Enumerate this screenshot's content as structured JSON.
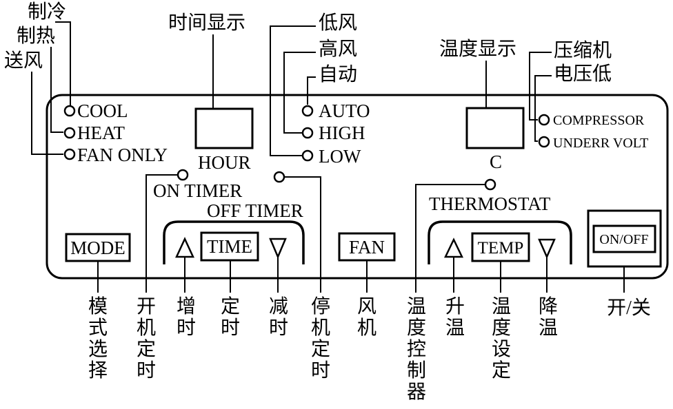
{
  "panel": {
    "indicators": {
      "cool": "COOL",
      "heat": "HEAT",
      "fan_only": "FAN ONLY",
      "auto": "AUTO",
      "high": "HIGH",
      "low": "LOW",
      "compressor": "COMPRESSOR",
      "under_volt": "UNDERR VOLT",
      "on_timer": "ON TIMER",
      "off_timer": "OFF TIMER",
      "thermostat": "THERMOSTAT"
    },
    "displays": {
      "hour_unit": "HOUR",
      "temp_unit": "C"
    },
    "buttons": {
      "mode": "MODE",
      "time": "TIME",
      "fan": "FAN",
      "temp": "TEMP",
      "on_off": "ON/OFF"
    }
  },
  "callouts_top": {
    "cool": "制冷",
    "heat": "制热",
    "fan_only": "送风",
    "time_display": "时间显示",
    "low": "低风",
    "high": "高风",
    "auto": "自动",
    "temp_display": "温度显示",
    "compressor": "压缩机",
    "under_volt": "电压低"
  },
  "callouts_bottom": {
    "mode_select": "模式选择",
    "on_timer": "开机定时",
    "time_up": "增时",
    "timer": "定时",
    "time_down": "减时",
    "off_timer": "停机定时",
    "fan": "风机",
    "thermostat": "温度控制器",
    "temp_up": "升温",
    "temp_set": "温度设定",
    "temp_down": "降温",
    "on_off": "开/关"
  }
}
